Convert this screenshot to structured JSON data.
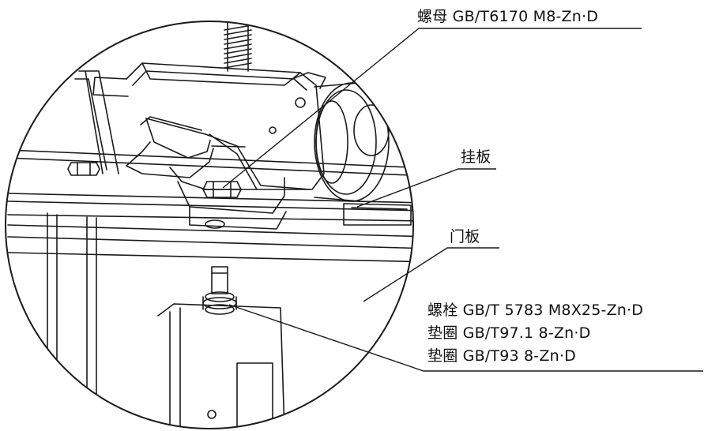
{
  "callouts": {
    "nut": "螺母 GB/T6170 M8-Zn·D",
    "hanger_plate": "挂板",
    "door_panel": "门板",
    "bolt": "螺栓 GB/T 5783  M8X25-Zn·D",
    "washer_flat": "垫圈 GB/T97.1 8-Zn·D",
    "washer_spring": "垫圈 GB/T93 8-Zn·D"
  },
  "colors": {
    "line": "#1a1a1a",
    "background": "#ffffff"
  }
}
